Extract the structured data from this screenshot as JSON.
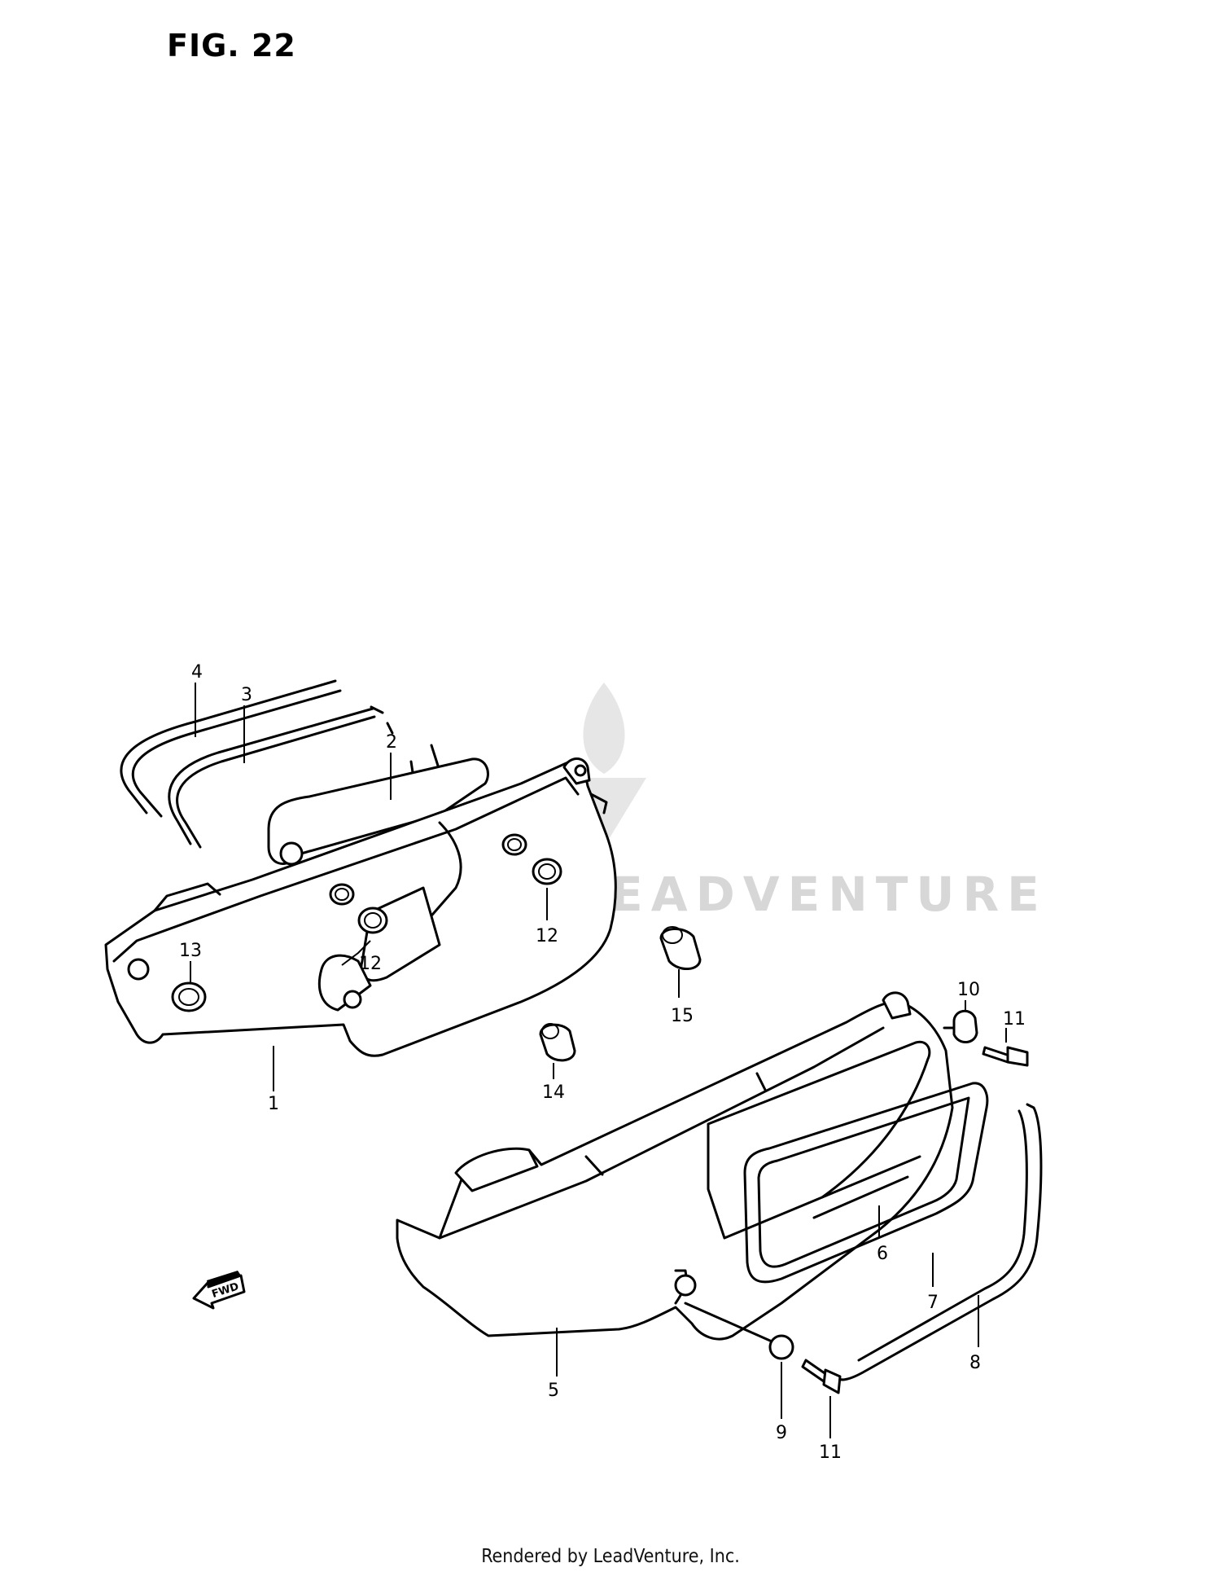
{
  "figure": {
    "title": "FIG. 22",
    "footer": "Rendered by LeadVenture, Inc.",
    "watermark": "LEADVENTURE"
  },
  "callouts": [
    {
      "id": "c4",
      "label": "4"
    },
    {
      "id": "c3",
      "label": "3"
    },
    {
      "id": "c2",
      "label": "2"
    },
    {
      "id": "c13",
      "label": "13"
    },
    {
      "id": "c12a",
      "label": "12"
    },
    {
      "id": "c12b",
      "label": "12"
    },
    {
      "id": "c1",
      "label": "1"
    },
    {
      "id": "c15",
      "label": "15"
    },
    {
      "id": "c14",
      "label": "14"
    },
    {
      "id": "c10",
      "label": "10"
    },
    {
      "id": "c11a",
      "label": "11"
    },
    {
      "id": "c6",
      "label": "6"
    },
    {
      "id": "c7",
      "label": "7"
    },
    {
      "id": "c8",
      "label": "8"
    },
    {
      "id": "c5",
      "label": "5"
    },
    {
      "id": "c9",
      "label": "9"
    },
    {
      "id": "c11b",
      "label": "11"
    }
  ],
  "fwd_arrow": {
    "label": "FWD"
  },
  "colors": {
    "line": "#000000",
    "watermark": "#d7d7d7",
    "background": "#ffffff"
  }
}
